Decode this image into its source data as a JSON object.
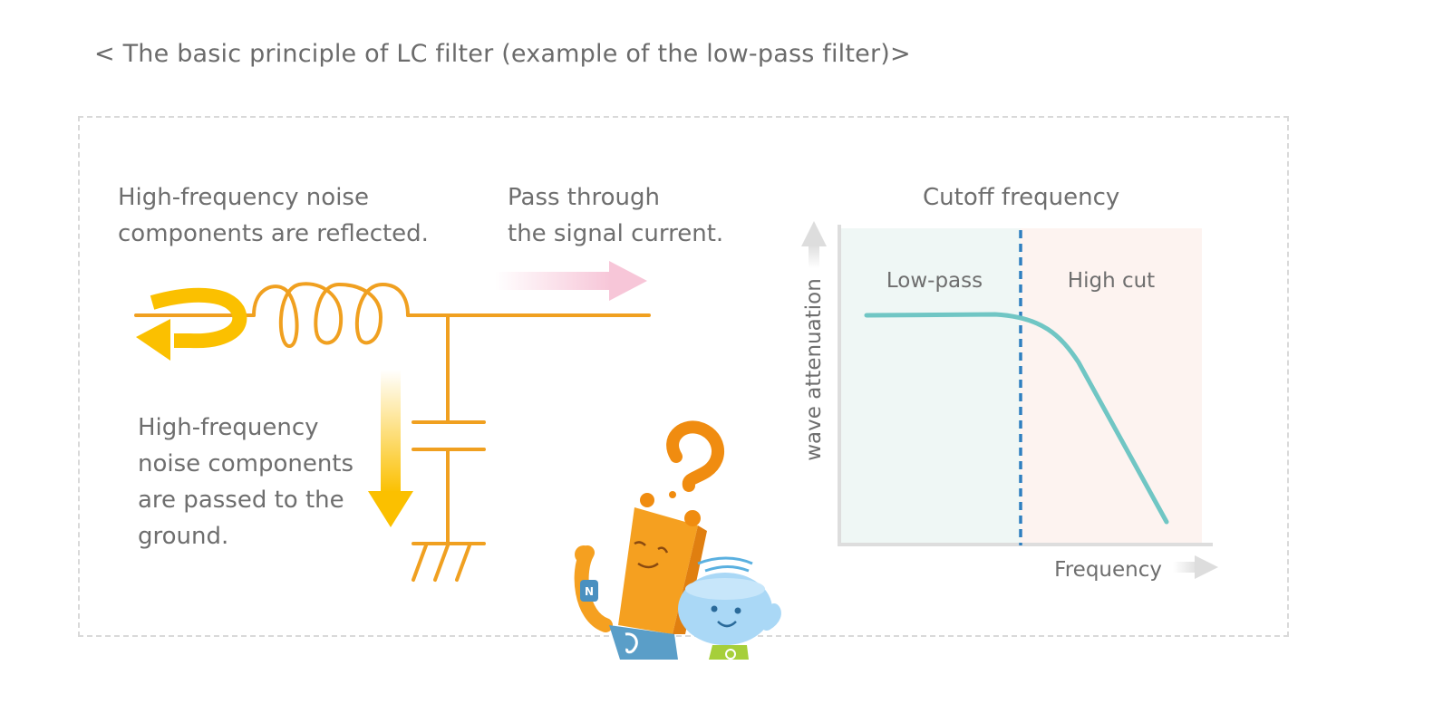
{
  "title": "< The basic principle of LC filter (example of the low-pass filter)>",
  "circuit": {
    "reflected_label": [
      "High-frequency noise",
      "components are reflected."
    ],
    "pass_label": [
      "Pass through",
      "the signal current."
    ],
    "ground_label": [
      "High-frequency",
      "noise components",
      "are passed to the",
      "ground."
    ]
  },
  "graph": {
    "title": "Cutoff frequency",
    "region_low": "Low-pass",
    "region_high": "High cut",
    "ylabel": "wave attenuation",
    "xlabel": "Frequency"
  },
  "colors": {
    "circuit": "#f0a020",
    "reflect_arrow": "#fbc000",
    "pass_arrow": "#f7c6d8",
    "curve": "#70c6c4",
    "cutoff_line": "#2f7fc0",
    "lowpass_bg": "#eff7f5",
    "highcut_bg": "#fdf3f0",
    "axis": "#dddddd"
  },
  "icons": [
    "question-mark-icon",
    "mascot-character-orange",
    "mascot-character-blue"
  ]
}
